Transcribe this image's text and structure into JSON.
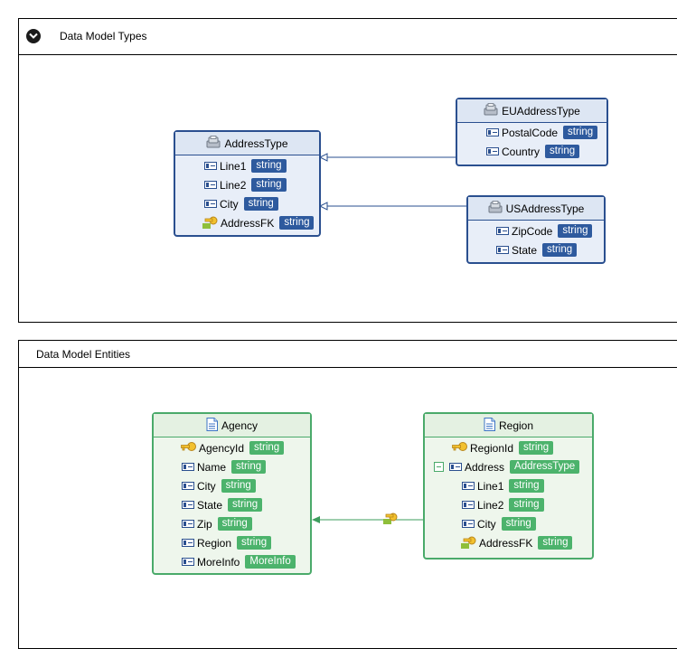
{
  "types_panel": {
    "title": "Data Model Types",
    "nodes": {
      "address": {
        "name": "AddressType",
        "props": [
          {
            "name": "Line1",
            "type": "string",
            "icon": "property-icon"
          },
          {
            "name": "Line2",
            "type": "string",
            "icon": "property-icon"
          },
          {
            "name": "City",
            "type": "string",
            "icon": "property-icon"
          },
          {
            "name": "AddressFK",
            "type": "string",
            "icon": "foreign-key-icon"
          }
        ]
      },
      "eu": {
        "name": "EUAddressType",
        "props": [
          {
            "name": "PostalCode",
            "type": "string",
            "icon": "property-icon"
          },
          {
            "name": "Country",
            "type": "string",
            "icon": "property-icon"
          }
        ]
      },
      "us": {
        "name": "USAddressType",
        "props": [
          {
            "name": "ZipCode",
            "type": "string",
            "icon": "property-icon"
          },
          {
            "name": "State",
            "type": "string",
            "icon": "property-icon"
          }
        ]
      }
    }
  },
  "entities_panel": {
    "title": "Data Model Entities",
    "nodes": {
      "agency": {
        "name": "Agency",
        "props": [
          {
            "name": "AgencyId",
            "type": "string",
            "icon": "key-icon"
          },
          {
            "name": "Name",
            "type": "string",
            "icon": "property-icon"
          },
          {
            "name": "City",
            "type": "string",
            "icon": "property-icon"
          },
          {
            "name": "State",
            "type": "string",
            "icon": "property-icon"
          },
          {
            "name": "Zip",
            "type": "string",
            "icon": "property-icon"
          },
          {
            "name": "Region",
            "type": "string",
            "icon": "property-icon"
          },
          {
            "name": "MoreInfo",
            "type": "MoreInfo",
            "icon": "property-icon"
          }
        ]
      },
      "region": {
        "name": "Region",
        "props": [
          {
            "name": "RegionId",
            "type": "string",
            "icon": "key-icon"
          },
          {
            "name": "Address",
            "type": "AddressType",
            "icon": "property-icon"
          },
          {
            "name": "Line1",
            "type": "string",
            "icon": "property-icon"
          },
          {
            "name": "Line2",
            "type": "string",
            "icon": "property-icon"
          },
          {
            "name": "City",
            "type": "string",
            "icon": "property-icon"
          },
          {
            "name": "AddressFK",
            "type": "string",
            "icon": "foreign-key-icon"
          }
        ]
      }
    }
  },
  "colors": {
    "type_border": "#2a4f8f",
    "type_badge": "#2e5a9e",
    "entity_border": "#4aaa6a",
    "entity_badge": "#4cb36c"
  }
}
